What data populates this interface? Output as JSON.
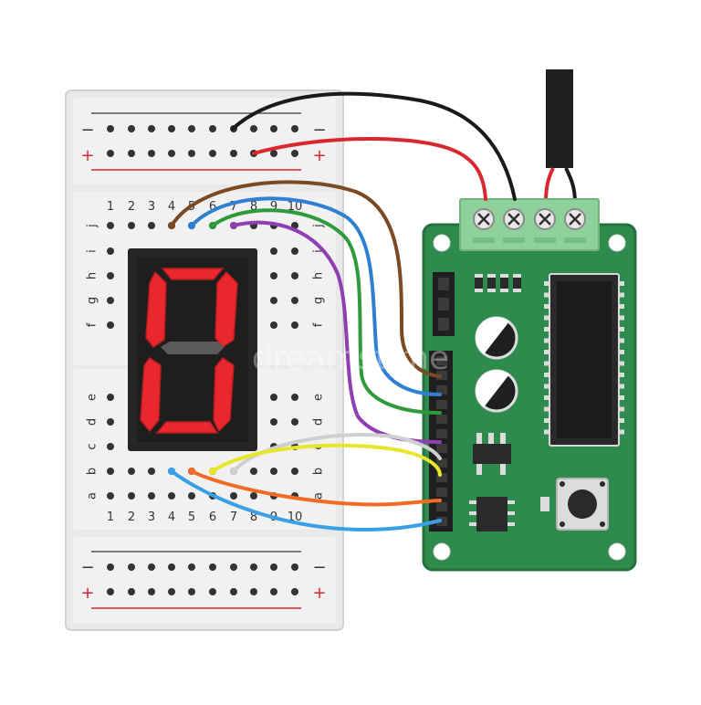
{
  "breadboard": {
    "column_numbers": [
      "1",
      "2",
      "3",
      "4",
      "5",
      "6",
      "7",
      "8",
      "9",
      "10"
    ],
    "row_letters_top": [
      "j",
      "i",
      "h",
      "g",
      "f"
    ],
    "row_letters_bottom": [
      "e",
      "d",
      "c",
      "b",
      "a"
    ],
    "rail_minus": "−",
    "rail_plus": "+"
  },
  "watermark": "dreamstime",
  "colors": {
    "board_bg": "#eeeeee",
    "board_edge": "#d6d6d6",
    "hole": "#333333",
    "pcb": "#2f8a4e",
    "pcb_edge": "#25713f",
    "terminal": "#8fd19b",
    "segment_on": "#e8282d",
    "segment_off": "#5a5a5a",
    "display_body": "#262626",
    "wire_black": "#1a1a1a",
    "wire_red": "#d7282f",
    "wire_brown": "#7b4a22",
    "wire_blue": "#2f7fd3",
    "wire_green": "#2f9a3c",
    "wire_purple": "#8e3fb1",
    "wire_white": "#cfcfcf",
    "wire_yellow": "#e6e62a",
    "wire_orange": "#f26a24",
    "wire_light_blue": "#3aa0e6"
  },
  "display": {
    "digit": "0"
  },
  "icons": [
    "screw-terminal-icon",
    "push-button-icon",
    "capacitor-icon",
    "chip-icon"
  ]
}
